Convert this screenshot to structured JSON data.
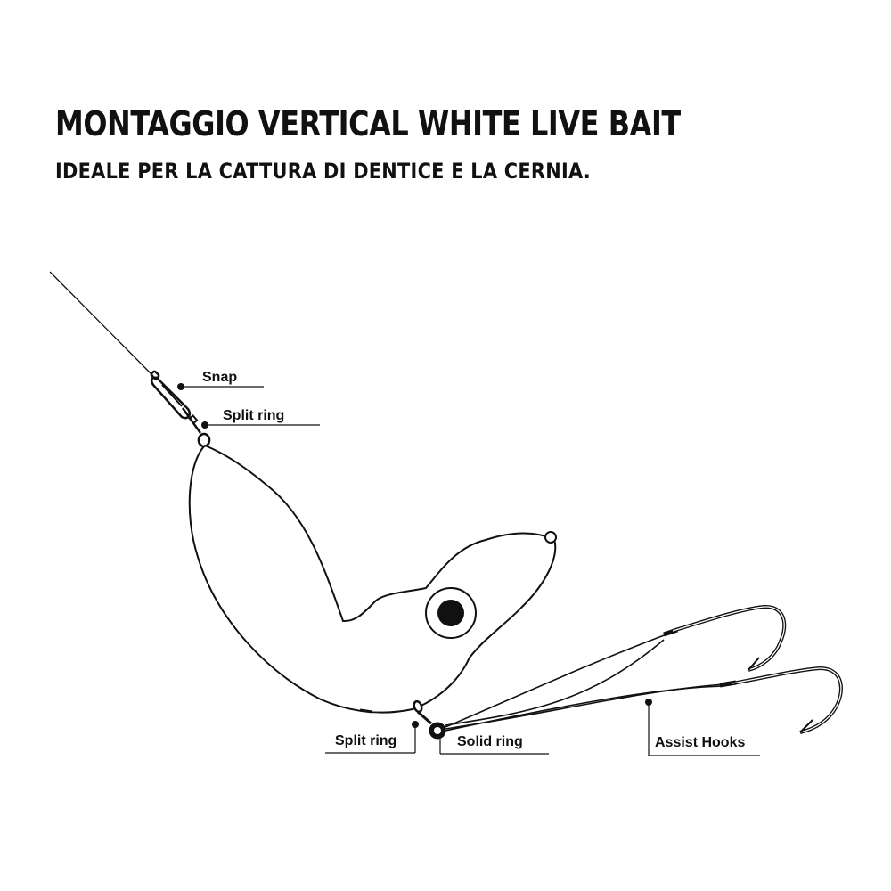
{
  "header": {
    "title": "MONTAGGIO VERTICAL WHITE LIVE BAIT",
    "subtitle": "IDEALE PER LA CATTURA DI DENTICE E LA CERNIA."
  },
  "labels": {
    "snap": "Snap",
    "split_ring_top": "Split ring",
    "split_ring_bottom": "Split ring",
    "solid_ring": "Solid ring",
    "assist_hooks": "Assist Hooks"
  },
  "colors": {
    "stroke": "#111111",
    "background": "#ffffff"
  }
}
